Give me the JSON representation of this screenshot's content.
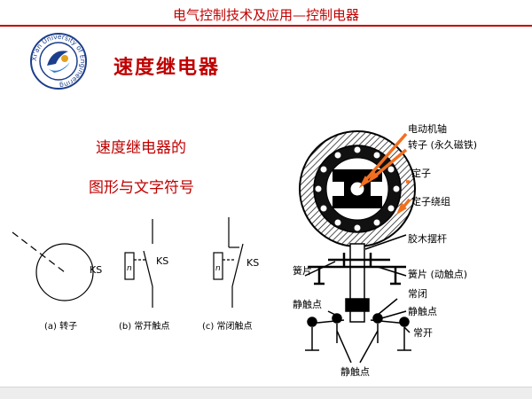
{
  "header": {
    "course_title": "电气控制技术及应用—控制电器"
  },
  "logo": {
    "ring_text": "Xi'an University of Engineering"
  },
  "slide": {
    "title": "速度继电器",
    "subtitle_line1": "速度继电器的",
    "subtitle_line2": "图形与文字符号"
  },
  "symbols": {
    "rotor_ks": "KS",
    "no_contact_ks": "KS",
    "nc_contact_ks": "KS",
    "caption_rotor": "(a) 转子",
    "caption_no": "(b) 常开触点",
    "caption_nc": "(c) 常闭触点",
    "coil_marker": "n"
  },
  "structure_diagram": {
    "label_shaft": "电动机轴",
    "label_rotor": "转子 (永久磁铁)",
    "label_stator": "定子",
    "label_stator_winding": "定子绕组",
    "label_rubber_rod": "胶木摆杆",
    "label_spring_left": "簧片",
    "label_spring_moving": "簧片 (动触点)",
    "label_static_left": "静触点",
    "label_nc": "常闭",
    "label_static_right": "静触点",
    "label_no": "常开",
    "label_static_bottom": "静触点"
  },
  "colors": {
    "title_red": "#c00000",
    "arrow_orange": "#f07020",
    "line_dark": "#000000"
  }
}
